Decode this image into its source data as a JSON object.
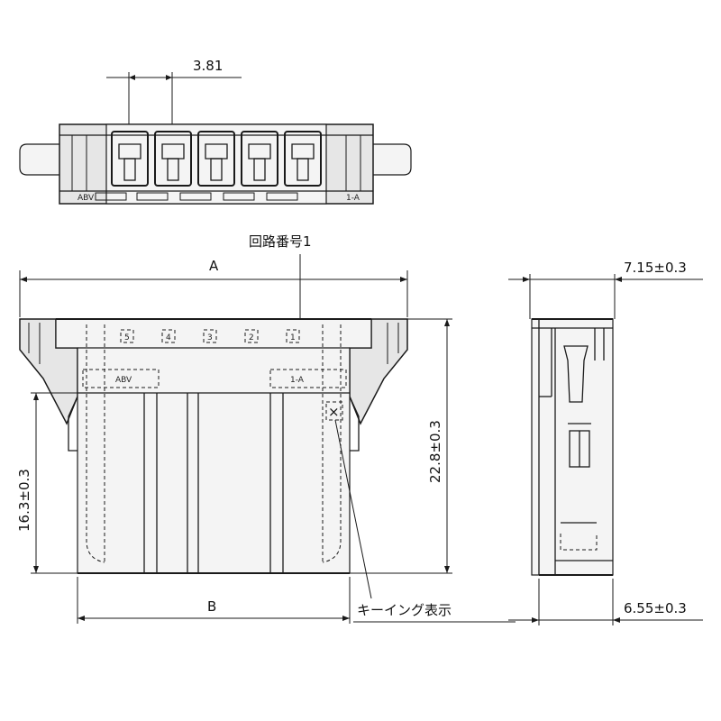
{
  "dimensions": {
    "pitch": "3.81",
    "a": "A",
    "b": "B",
    "height_total": "22.8±0.3",
    "height_housing": "16.3±0.3",
    "depth_top": "7.15±0.3",
    "depth_bottom": "6.55±0.3"
  },
  "labels": {
    "circuit_no": "回路番号1",
    "keying": "キーイング表示"
  },
  "markings": {
    "top_left": "ABV",
    "top_right": "1-A",
    "front_left": "ABV",
    "front_right": "1-A",
    "cavity_numbers": [
      "5",
      "4",
      "3",
      "2",
      "1"
    ],
    "keying_mark": "×"
  }
}
